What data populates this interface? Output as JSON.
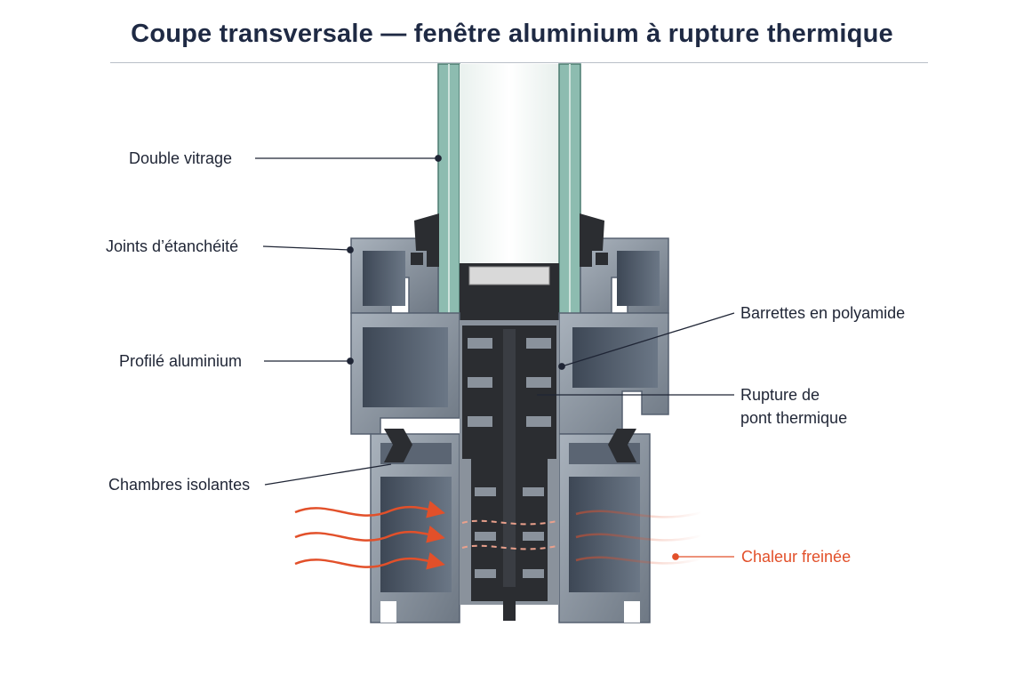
{
  "title": "Coupe transversale — fenêtre aluminium à rupture thermique",
  "labels": {
    "double_vitrage": "Double vitrage",
    "joints": "Joints d’étanchéité",
    "profile": "Profilé aluminium",
    "chambres": "Chambres isolantes",
    "barrettes": "Barrettes en polyamide",
    "rupture_line1": "Rupture de",
    "rupture_line2": "pont thermique",
    "chaleur": "Chaleur freinée"
  },
  "colors": {
    "title": "#1f2a44",
    "aluminium": "#7d8793",
    "aluminium_light": "#a7b0ba",
    "glass": "#7fb3a6",
    "polyamide": "#2b2d31",
    "heat": "#e2502a",
    "leader": "#1f2535"
  }
}
